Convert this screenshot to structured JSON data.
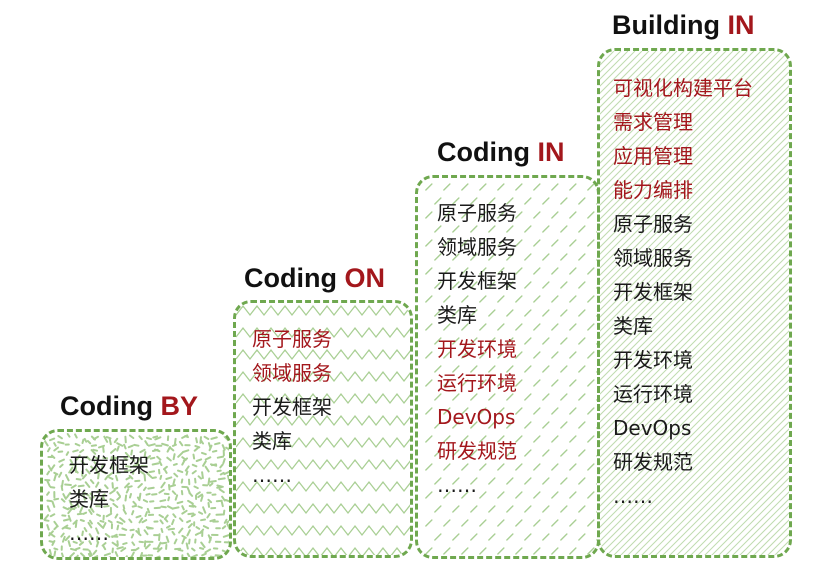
{
  "stages": [
    {
      "title_main": "Coding ",
      "title_kw": "BY",
      "items": [
        {
          "text": "开发框架",
          "hl": false
        },
        {
          "text": "类库",
          "hl": false
        },
        {
          "text": "……",
          "hl": false
        }
      ]
    },
    {
      "title_main": "Coding ",
      "title_kw": "ON",
      "items": [
        {
          "text": "原子服务",
          "hl": true
        },
        {
          "text": "领域服务",
          "hl": true
        },
        {
          "text": "开发框架",
          "hl": false
        },
        {
          "text": "类库",
          "hl": false
        },
        {
          "text": "……",
          "hl": false
        }
      ]
    },
    {
      "title_main": "Coding ",
      "title_kw": "IN",
      "items": [
        {
          "text": "原子服务",
          "hl": false
        },
        {
          "text": "领域服务",
          "hl": false
        },
        {
          "text": "开发框架",
          "hl": false
        },
        {
          "text": "类库",
          "hl": false
        },
        {
          "text": "开发环境",
          "hl": true
        },
        {
          "text": "运行环境",
          "hl": true
        },
        {
          "text": "DevOps",
          "hl": true
        },
        {
          "text": "研发规范",
          "hl": true
        },
        {
          "text": "……",
          "hl": false
        }
      ]
    },
    {
      "title_main": "Building ",
      "title_kw": "IN",
      "items": [
        {
          "text": "可视化构建平台",
          "hl": true
        },
        {
          "text": "需求管理",
          "hl": true
        },
        {
          "text": "应用管理",
          "hl": true
        },
        {
          "text": "能力编排",
          "hl": true
        },
        {
          "text": "原子服务",
          "hl": false
        },
        {
          "text": "领域服务",
          "hl": false
        },
        {
          "text": "开发框架",
          "hl": false
        },
        {
          "text": "类库",
          "hl": false
        },
        {
          "text": "开发环境",
          "hl": false
        },
        {
          "text": "运行环境",
          "hl": false
        },
        {
          "text": "DevOps",
          "hl": false
        },
        {
          "text": "研发规范",
          "hl": false
        },
        {
          "text": "……",
          "hl": false
        }
      ]
    }
  ],
  "colors": {
    "highlight": "#a3171c",
    "text": "#1a1a1a",
    "box_border": "#6fa84f",
    "hatch": "#a9cf94"
  }
}
